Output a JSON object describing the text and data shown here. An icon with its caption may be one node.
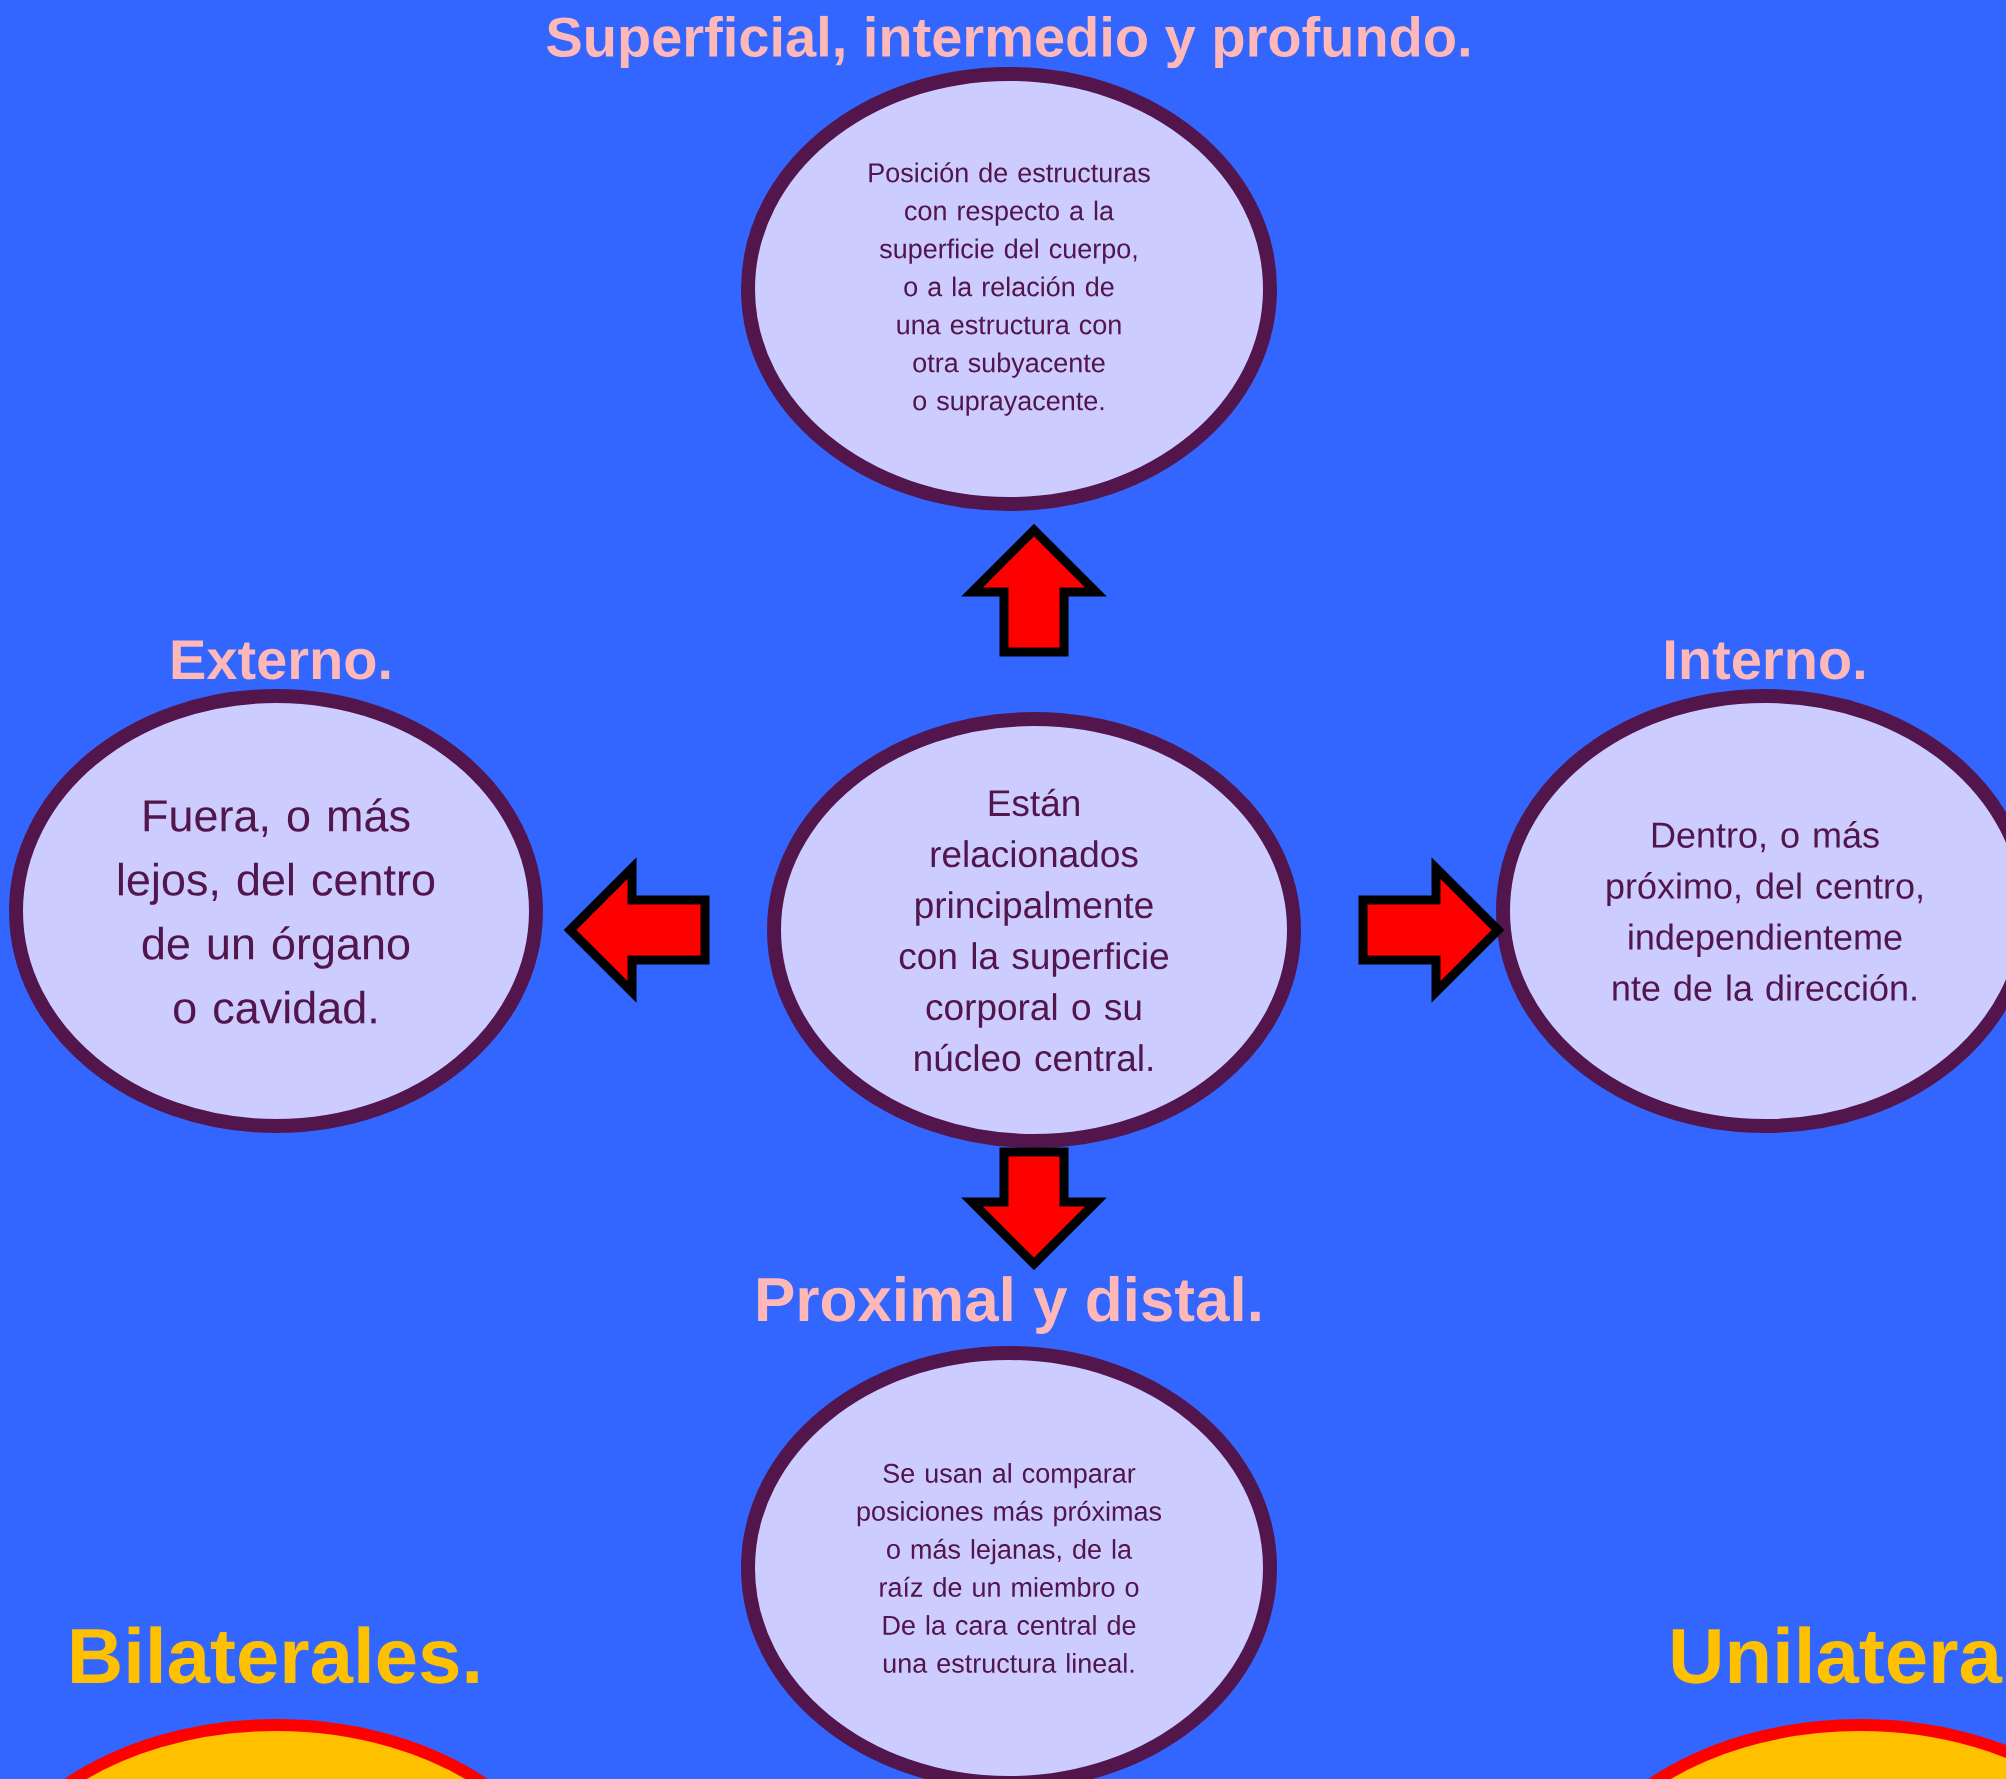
{
  "diagram": {
    "nodes": [
      {
        "text": [
          "Están relacionados principalmente con la superficie corporal o su núcleo central."
        ]
      },
      {
        "text": [
          "Superficial, intermedio y profundo.",
          "Posición de estructuras con respecto a la superficie del cuerpo, o a la relación de una estructura con otra subyacente o suprayacente."
        ]
      },
      {
        "text": [
          "Externo.",
          "Fuera, o más lejos, del centro de un órgano o cavidad."
        ]
      },
      {
        "text": [
          "Interno.",
          "Dentro, o más próximo, del centro, independienteme nte de la dirección."
        ]
      },
      {
        "text": [
          "Proximal y distal.",
          "Se usan al comparar posiciones más próximas o más lejanas, de la raíz de un miembro o De la cara central de una estructura lineal."
        ]
      },
      {
        "text": [
          "Bilaterales."
        ]
      },
      {
        "text": [
          "Unilatera"
        ]
      }
    ],
    "edges": [
      {
        "from": 0,
        "to": 1,
        "arrow": "to"
      },
      {
        "from": 0,
        "to": 2,
        "arrow": "to"
      },
      {
        "from": 0,
        "to": 3,
        "arrow": "to"
      },
      {
        "from": 0,
        "to": 4,
        "arrow": "to"
      }
    ]
  }
}
